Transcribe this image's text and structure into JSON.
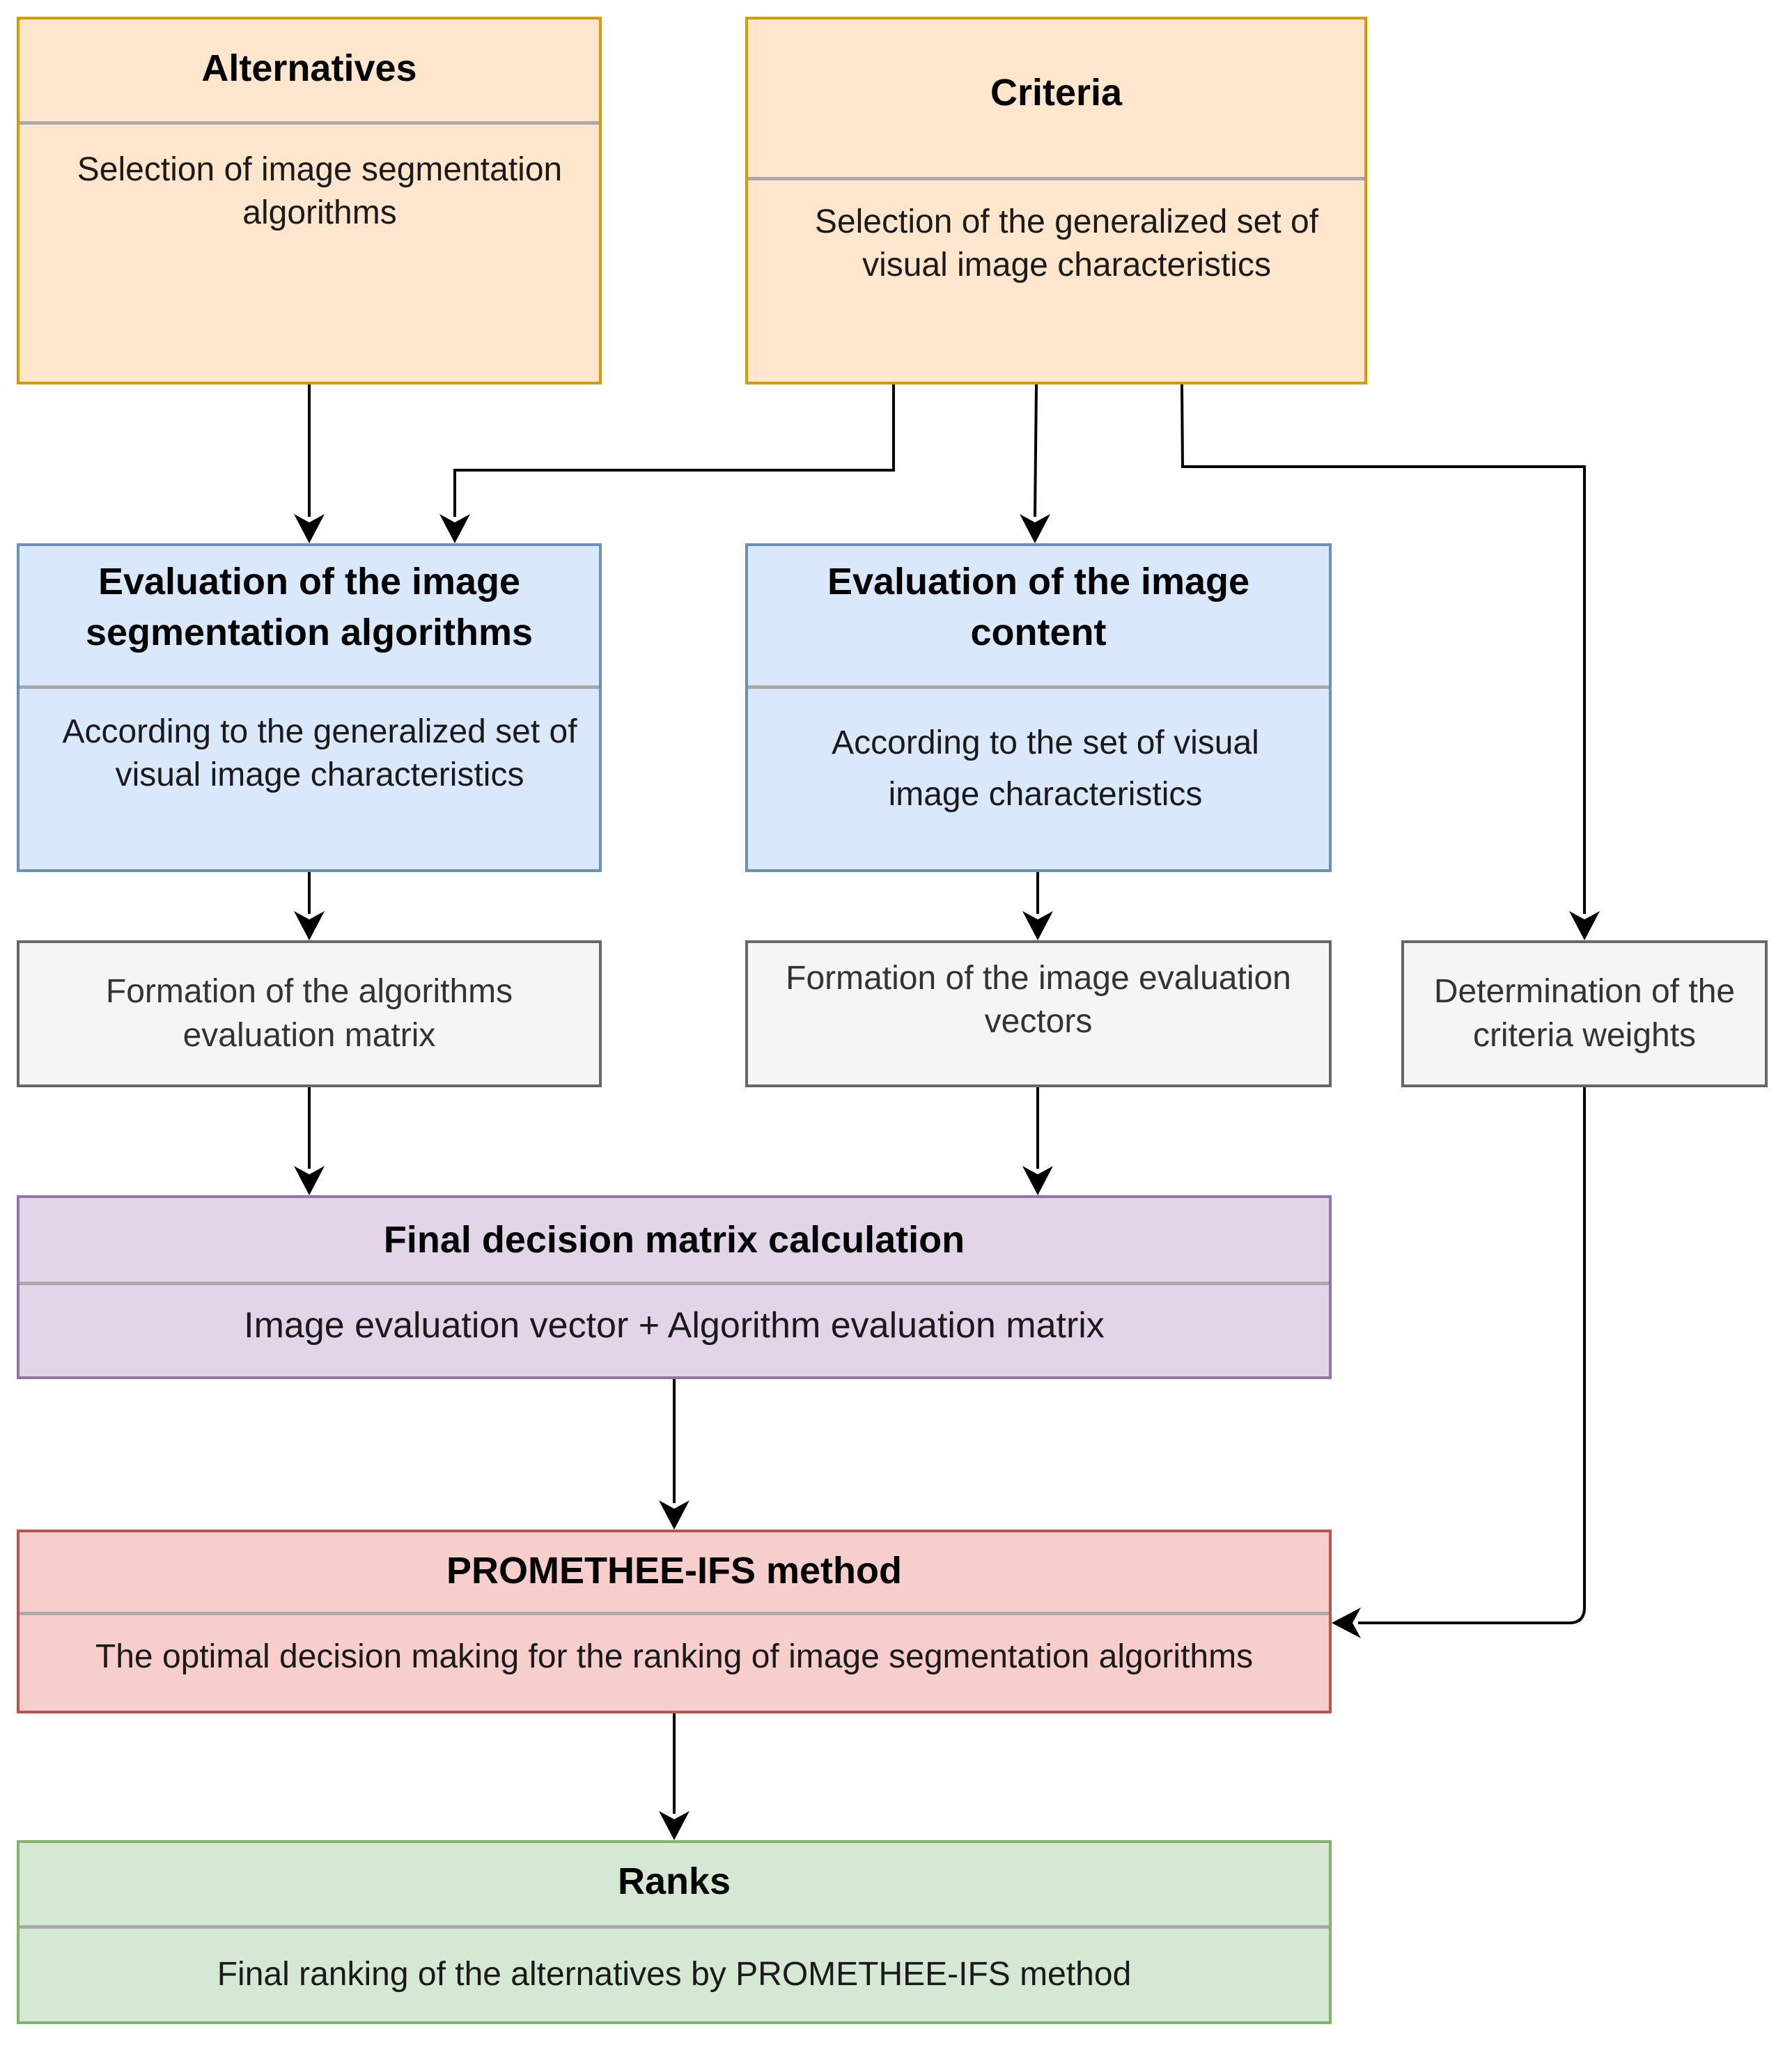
{
  "alternatives": {
    "title": "Alternatives",
    "body": "Selection of image segmentation algorithms"
  },
  "criteria": {
    "title": "Criteria",
    "body": "Selection of the generalized set of visual image characteristics"
  },
  "eval_algorithms": {
    "title": "Evaluation of the image segmentation algorithms",
    "body": "According to the generalized set of visual image characteristics"
  },
  "eval_content": {
    "title": "Evaluation of the image content",
    "body": "According to the set of visual image characteristics"
  },
  "algorithms_matrix": {
    "text": "Formation of the algorithms evaluation matrix"
  },
  "image_vectors": {
    "text": "Formation of the image evaluation vectors"
  },
  "criteria_weights": {
    "text": "Determination of the criteria weights"
  },
  "final_matrix": {
    "title": "Final decision matrix calculation",
    "body": "Image evaluation vector + Algorithm evaluation matrix"
  },
  "promethee": {
    "title": "PROMETHEE-IFS method",
    "body": "The optimal decision making for the ranking of image segmentation algorithms"
  },
  "ranks": {
    "title": "Ranks",
    "body": "Final ranking of the alternatives by PROMETHEE-IFS method"
  },
  "colors": {
    "orange_fill": "#ffe6cc",
    "orange_stroke": "#d79b00",
    "blue_fill": "#dae8fc",
    "blue_stroke": "#6c8ebf",
    "gray_fill": "#f5f5f5",
    "gray_stroke": "#666666",
    "purple_fill": "#e1d5e7",
    "purple_stroke": "#9673a6",
    "red_fill": "#f8cecc",
    "red_stroke": "#b85450",
    "green_fill": "#d5e8d4",
    "green_stroke": "#82b366",
    "arrow": "#000000"
  }
}
